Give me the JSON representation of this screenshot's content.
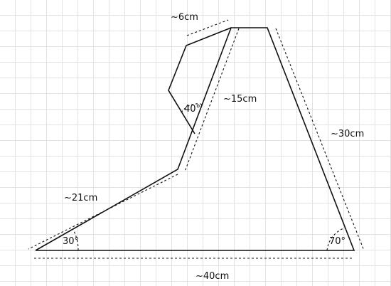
{
  "labels": {
    "side_top": "~6cm",
    "side_middle": "~15cm",
    "side_right": "~30cm",
    "side_lower_left": "~21cm",
    "side_bottom": "~40cm",
    "angle_left": "30°",
    "angle_right": "70°",
    "angle_inner": "40°"
  }
}
